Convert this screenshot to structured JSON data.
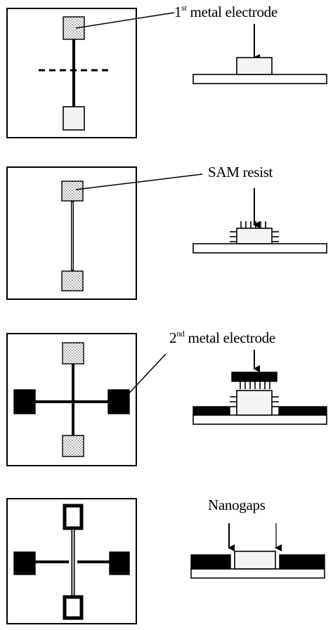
{
  "steps": [
    {
      "label_main": "1",
      "label_sup": "st",
      "label_rest": " metal electrode"
    },
    {
      "label_main": "SAM resist"
    },
    {
      "label_main": "2",
      "label_sup": "nd",
      "label_rest": " metal electrode"
    },
    {
      "label_main": "Nanogaps"
    }
  ]
}
